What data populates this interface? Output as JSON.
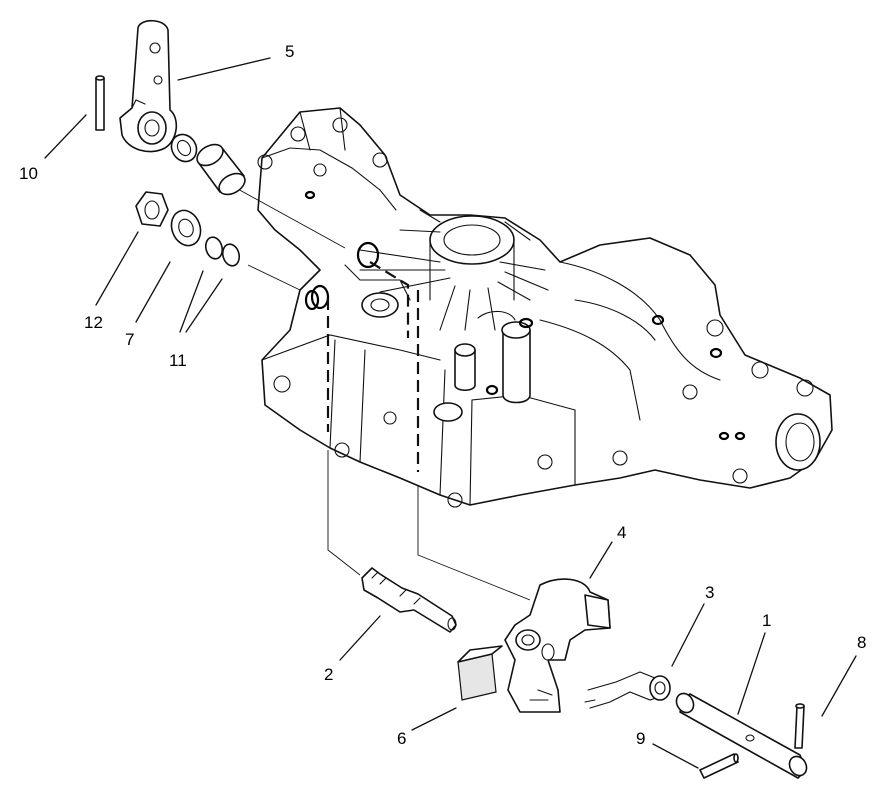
{
  "callouts": {
    "c1": "1",
    "c2": "2",
    "c3": "3",
    "c4": "4",
    "c5": "5",
    "c6": "6",
    "c7": "7",
    "c8": "8",
    "c9": "9",
    "c10": "10",
    "c11": "11",
    "c12": "12"
  },
  "colors": {
    "line": "#111111",
    "background": "#ffffff",
    "shade": "#e6e6e6"
  }
}
